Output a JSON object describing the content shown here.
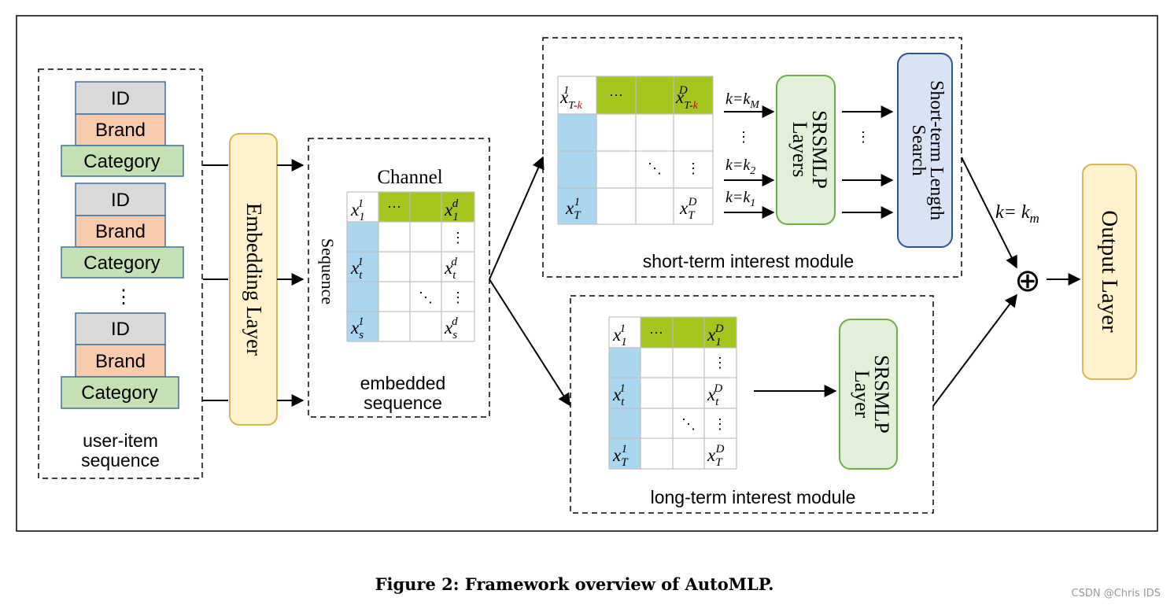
{
  "caption": "Figure 2: Framework overview of AutoMLP.",
  "watermark": "CSDN @Chris IDS",
  "colors": {
    "id_fill": "#d9d9d9",
    "brand_fill": "#f8cbad",
    "category_fill": "#c5e0b4",
    "box_stroke": "#41719c",
    "embedding_fill": "#fff2cc",
    "embedding_stroke": "#d6b656",
    "srsmlp_fill": "#e2f0d9",
    "srsmlp_stroke": "#70ad47",
    "search_fill": "#dae3f3",
    "search_stroke": "#2f5597",
    "green_cell": "#a5c61f",
    "blue_cell": "#aad6f0",
    "red_sub": "#e00000"
  },
  "input_group": {
    "items": [
      {
        "id": "ID",
        "brand": "Brand",
        "category": "Category"
      },
      {
        "id": "ID",
        "brand": "Brand",
        "category": "Category"
      },
      {
        "id": "ID",
        "brand": "Brand",
        "category": "Category"
      }
    ],
    "ellipsis": "⋮",
    "label_line1": "user-item",
    "label_line2": "sequence"
  },
  "embedding_layer": {
    "label": "Embedding Layer"
  },
  "embedded_sequence": {
    "channel_label": "Channel",
    "sequence_label": "Sequence",
    "label_line1": "embedded",
    "label_line2": "sequence",
    "cells": {
      "r0c0_base": "x",
      "r0c0_sub": "1",
      "r0c0_sup": "1",
      "r0c1": "···",
      "r0c3_base": "x",
      "r0c3_sub": "1",
      "r0c3_sup": "d",
      "r1c3": "⋮",
      "r2c0_base": "x",
      "r2c0_sub": "t",
      "r2c0_sup": "1",
      "r2c3_base": "x",
      "r2c3_sub": "t",
      "r2c3_sup": "d",
      "r3c2": "⋱",
      "r3c3": "⋮",
      "r4c0_base": "x",
      "r4c0_sub": "s",
      "r4c0_sup": "1",
      "r4c3_base": "x",
      "r4c3_sub": "s",
      "r4c3_sup": "d"
    }
  },
  "short_term": {
    "module_label": "short-term interest module",
    "cells": {
      "r0c0_base": "x",
      "r0c0_sub_a": "T-",
      "r0c0_sub_b": "k",
      "r0c0_sup": "1",
      "r0c1": "···",
      "r0c3_base": "x",
      "r0c3_sub_a": "T-",
      "r0c3_sub_b": "k",
      "r0c3_sup": "D",
      "r2c2": "⋱",
      "r2c3": "⋮",
      "r3c0_base": "x",
      "r3c0_sub": "T",
      "r3c0_sup": "1",
      "r3c3_base": "x",
      "r3c3_sub": "T",
      "r3c3_sup": "D"
    },
    "k_labels": [
      {
        "base": "k=k",
        "sub": "M"
      },
      {
        "base": "k=k",
        "sub": "2"
      },
      {
        "base": "k=k",
        "sub": "1"
      }
    ],
    "k_vdots": "⋮",
    "srsmlp_line1": "SRSMLP",
    "srsmlp_line2": "Layers",
    "mid_vdots": "⋮",
    "search_line1": "Short-term Length",
    "search_line2": "Search"
  },
  "long_term": {
    "module_label": "long-term interest module",
    "cells": {
      "r0c0_base": "x",
      "r0c0_sub": "1",
      "r0c0_sup": "1",
      "r0c1": "···",
      "r0c3_base": "x",
      "r0c3_sub": "1",
      "r0c3_sup": "D",
      "r1c3": "⋮",
      "r2c0_base": "x",
      "r2c0_sub": "t",
      "r2c0_sup": "1",
      "r2c3_base": "x",
      "r2c3_sub": "t",
      "r2c3_sup": "D",
      "r3c2": "⋱",
      "r3c3": "⋮",
      "r4c0_base": "x",
      "r4c0_sub": "T",
      "r4c0_sup": "1",
      "r4c3_base": "x",
      "r4c3_sub": "T",
      "r4c3_sup": "D"
    },
    "srsmlp_line1": "SRSMLP",
    "srsmlp_line2": "Layer"
  },
  "combine": {
    "k_base": "k= k",
    "k_sub": "m",
    "oplus": "⊕",
    "output_label": "Output Layer"
  }
}
